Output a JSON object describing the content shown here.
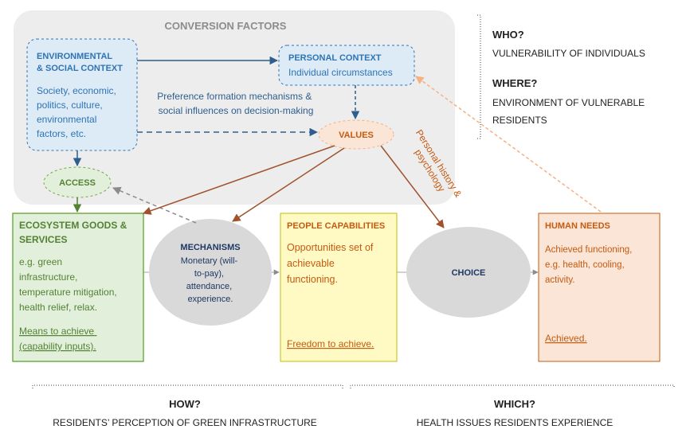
{
  "conversion_factors": {
    "title": "CONVERSION FACTORS"
  },
  "env_social": {
    "title": [
      "ENVIRONMENTAL",
      "& SOCIAL CONTEXT"
    ],
    "body": [
      "Society, economic,",
      "politics, culture,",
      "environmental",
      "factors, etc."
    ]
  },
  "personal": {
    "title": "PERSONAL CONTEXT",
    "body": "Individual circumstances"
  },
  "preference": [
    "Preference formation mechanisms &",
    "social influences on decision-making"
  ],
  "values": "VALUES",
  "access": "ACCESS",
  "personal_history": [
    "Personal history &",
    "psychology"
  ],
  "who": {
    "title": "WHO?",
    "body": "VULNERABILITY OF INDIVIDUALS"
  },
  "where": {
    "title": "WHERE?",
    "body": [
      "ENVIRONMENT OF VULNERABLE",
      "RESIDENTS"
    ]
  },
  "ecosystem": {
    "title": [
      "ECOSYSTEM GOODS &",
      "SERVICES"
    ],
    "body": [
      "e.g. green",
      "infrastructure,",
      "temperature mitigation,",
      "health relief, relax."
    ],
    "footer": [
      "Means to achieve",
      "(capability inputs)."
    ]
  },
  "mechanisms": {
    "title": "MECHANISMS",
    "body": [
      "Monetary (will-",
      "to-pay),",
      "attendance,",
      "experience."
    ]
  },
  "capabilities": {
    "title": "PEOPLE CAPABILITIES",
    "body": [
      "Opportunities set of",
      "achievable",
      "functioning."
    ],
    "footer": "Freedom to achieve."
  },
  "choice": "CHOICE",
  "needs": {
    "title": "HUMAN NEEDS",
    "body": [
      "Achieved functioning,",
      "e.g. health, cooling,",
      "activity."
    ],
    "footer": "Achieved."
  },
  "how": {
    "title": "HOW?",
    "body": "RESIDENTS’ PERCEPTION OF GREEN INFRASTRUCTURE"
  },
  "which": {
    "title": "WHICH?",
    "body": "HEALTH ISSUES RESIDENTS EXPERIENCE"
  },
  "colors": {
    "blue_text": "#2e74b5",
    "blue_fill": "#ddebf7",
    "green_text": "#548235",
    "green_fill": "#e2efda",
    "orange_text": "#c55a11",
    "yellow_fill": "#fff9c4",
    "peach_fill": "#fbe5d6",
    "gray_panel": "#ededed",
    "gray_node": "#d9d9d9"
  }
}
